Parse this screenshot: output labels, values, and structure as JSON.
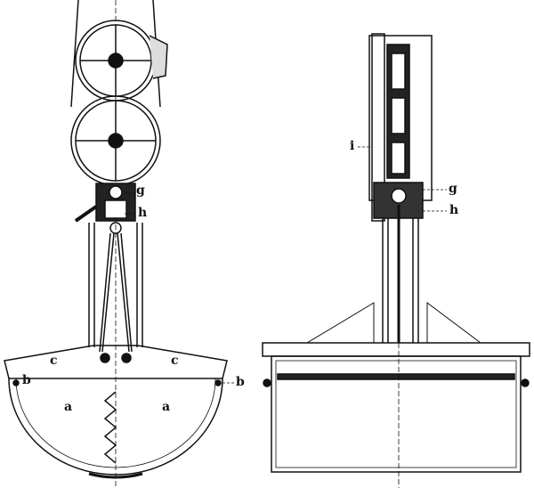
{
  "labels": {
    "left_g": "g",
    "left_h": "h",
    "left_c1": "c",
    "left_c2": "c",
    "left_b1": "b",
    "left_b2": "b",
    "left_a1": "a",
    "left_a2": "a",
    "right_i": "i",
    "right_g": "g",
    "right_h": "h"
  },
  "colors": {
    "ink": "#111111",
    "paper": "#ffffff"
  }
}
